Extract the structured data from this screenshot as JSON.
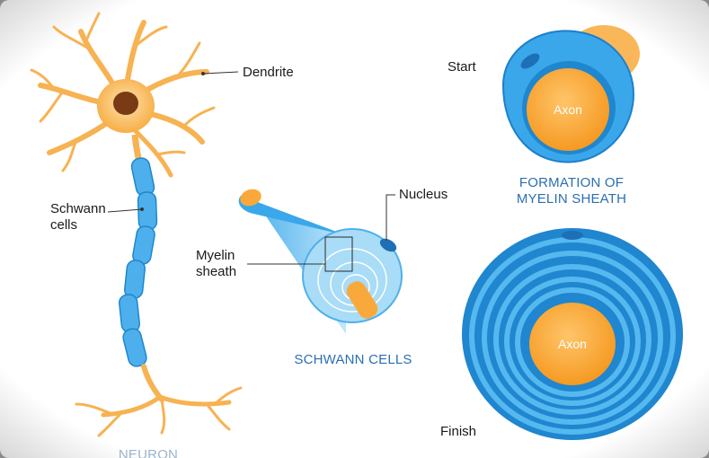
{
  "labels": {
    "dendrite": "Dendrite",
    "schwann_cells": "Schwann\ncells",
    "nucleus": "Nucleus",
    "myelin_sheath": "Myelin\nsheath",
    "start": "Start",
    "finish": "Finish"
  },
  "captions": {
    "neuron": "NEURON",
    "schwann_cells": "SCHWANN CELLS",
    "formation": "FORMATION OF\nMYELIN SHEATH"
  },
  "axon_start": "Axon",
  "axon_finish": "Axon",
  "colors": {
    "myelin_blue": "#2f9be0",
    "myelin_light": "#8fd0f5",
    "axon_orange": "#f9a93b",
    "neuron_body": "#fbbd63",
    "nucleus_brown": "#7a3a14",
    "caption_blue": "#2a6fb4"
  }
}
